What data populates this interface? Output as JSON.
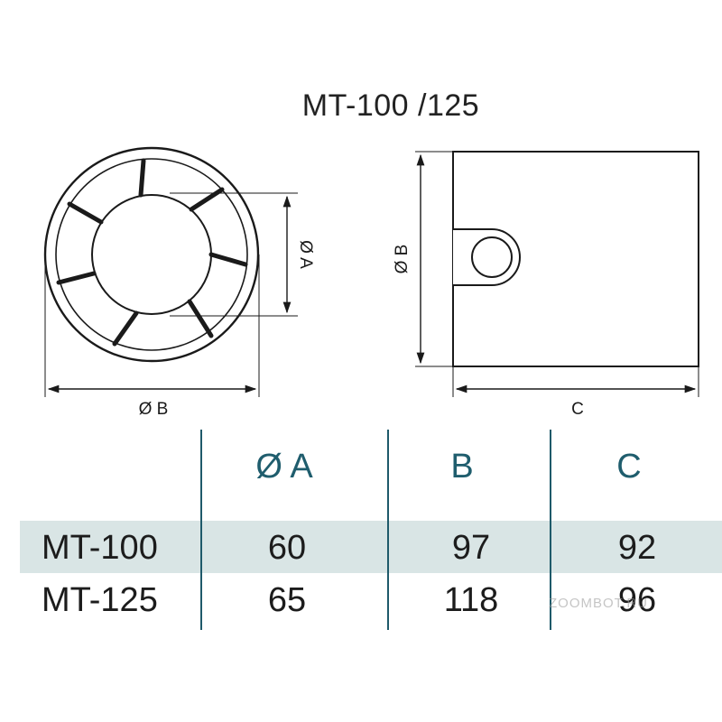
{
  "title": "MT-100 /125",
  "front_view": {
    "dim_a_label": "Ø A",
    "dim_b_label": "Ø B"
  },
  "side_view": {
    "dim_b_label": "Ø B",
    "dim_c_label": "C"
  },
  "table": {
    "headers": [
      "Ø A",
      "B",
      "C"
    ],
    "rows": [
      {
        "model": "MT-100",
        "a": "60",
        "b": "97",
        "c": "92"
      },
      {
        "model": "MT-125",
        "a": "65",
        "b": "118",
        "c": "96"
      }
    ]
  },
  "watermark": "ZOOMBOT.RU",
  "colors": {
    "accent": "#1f5d6d",
    "band": "#d9e5e5",
    "line": "#1a1a1a"
  }
}
